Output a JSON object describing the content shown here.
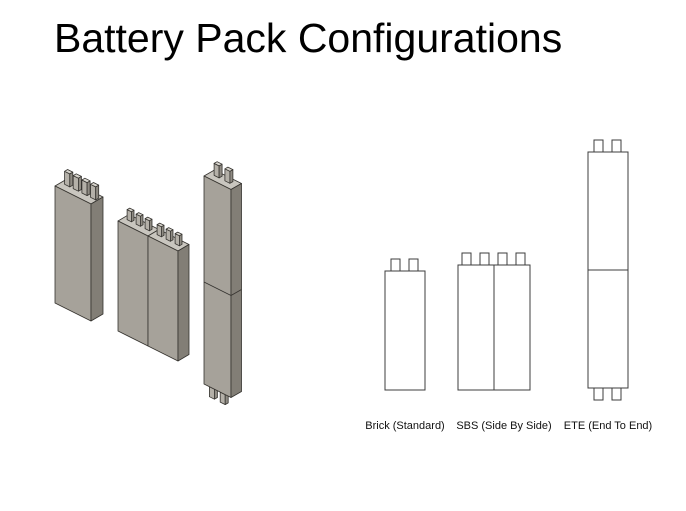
{
  "title": "Battery Pack Configurations",
  "labels": {
    "brick": "Brick (Standard)",
    "sbs": "SBS (Side By Side)",
    "ete": "ETE (End To End)"
  },
  "colors": {
    "background": "#ffffff",
    "title_text": "#000000",
    "label_text": "#111111",
    "iso_front": "#a6a29a",
    "iso_side": "#827e76",
    "iso_top": "#c9c6bf",
    "tab_front": "#b4b0a8",
    "tab_side": "#8f8b83",
    "tab_top": "#d7d4cd",
    "iso_outline": "#35332f",
    "outline_2d": "#3c3c3c",
    "fill_2d": "#ffffff"
  }
}
